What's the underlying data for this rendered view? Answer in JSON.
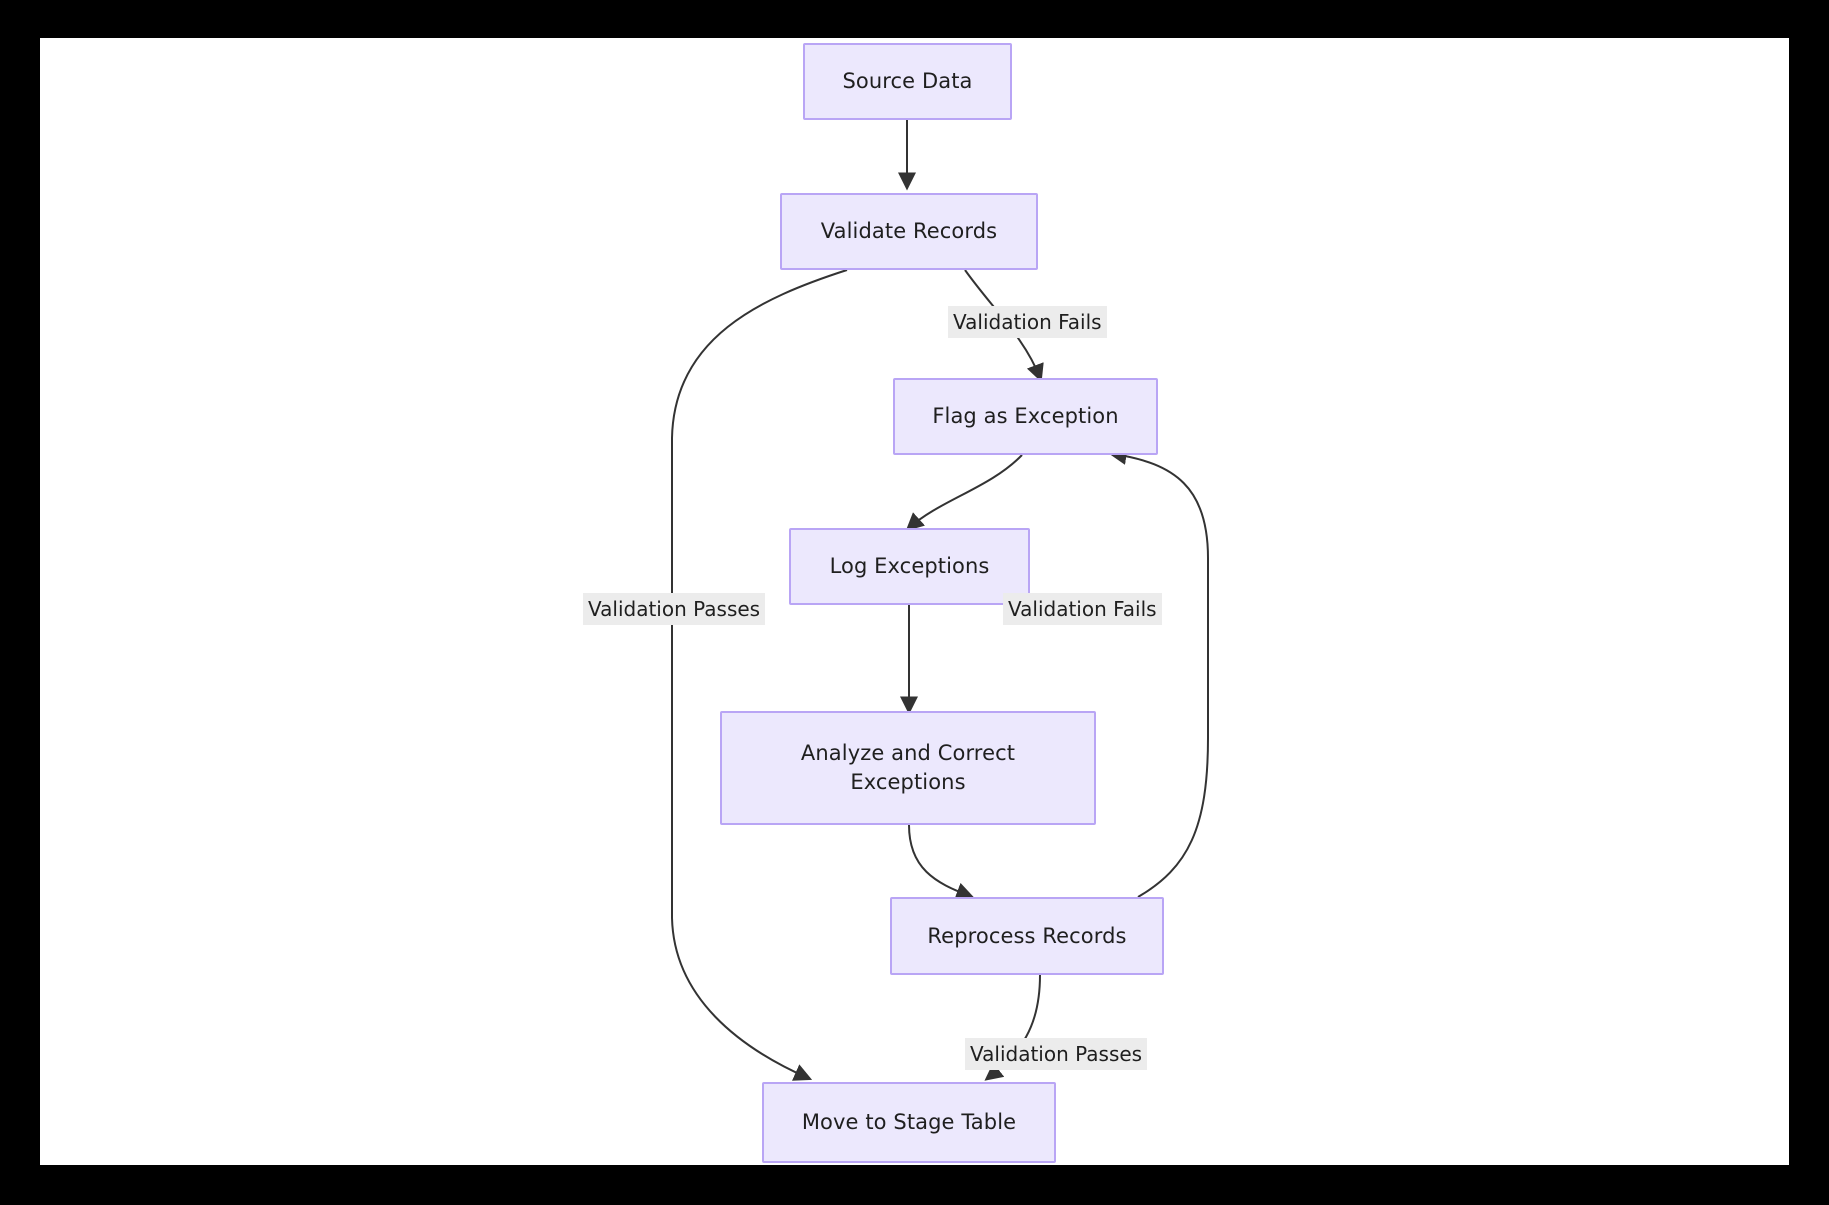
{
  "diagram": {
    "type": "flowchart",
    "direction": "top-down",
    "title": "",
    "colors": {
      "page_background": "#000000",
      "canvas_background": "#ffffff",
      "node_fill": "#ECE8FD",
      "node_border": "#B9A5F5",
      "node_text": "#1f1f1f",
      "edge_stroke": "#333333",
      "edge_label_background": "#ECECEC",
      "edge_label_text": "#1f1f1f"
    },
    "nodes": [
      {
        "id": "source_data",
        "label": "Source Data"
      },
      {
        "id": "validate",
        "label": "Validate Records"
      },
      {
        "id": "flag",
        "label": "Flag as Exception"
      },
      {
        "id": "log",
        "label": "Log Exceptions"
      },
      {
        "id": "analyze",
        "label": "Analyze and Correct\nExceptions"
      },
      {
        "id": "reprocess",
        "label": "Reprocess Records"
      },
      {
        "id": "stage",
        "label": "Move to Stage Table"
      }
    ],
    "edges": [
      {
        "from": "source_data",
        "to": "validate",
        "label": ""
      },
      {
        "from": "validate",
        "to": "flag",
        "label": "Validation Fails"
      },
      {
        "from": "validate",
        "to": "stage",
        "label": "Validation Passes"
      },
      {
        "from": "flag",
        "to": "log",
        "label": ""
      },
      {
        "from": "log",
        "to": "analyze",
        "label": ""
      },
      {
        "from": "analyze",
        "to": "reprocess",
        "label": ""
      },
      {
        "from": "reprocess",
        "to": "flag",
        "label": "Validation Fails"
      },
      {
        "from": "reprocess",
        "to": "stage",
        "label": "Validation Passes"
      }
    ],
    "edge_labels": {
      "validate_fails": "Validation Fails",
      "validate_passes": "Validation Passes",
      "reprocess_fails": "Validation Fails",
      "reprocess_passes": "Validation Passes"
    }
  }
}
